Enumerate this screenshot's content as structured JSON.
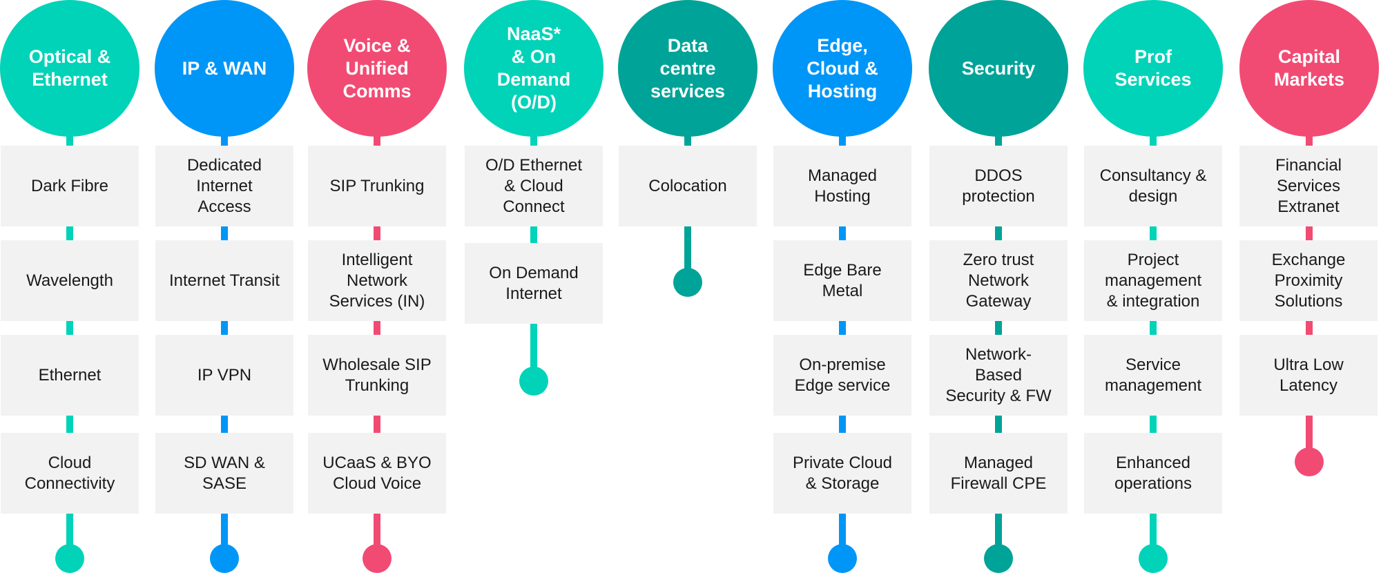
{
  "colors": {
    "teal_light": "#00d3b8",
    "blue": "#0096f7",
    "pink": "#f14b73",
    "teal_dark": "#00a398",
    "box_fill": "#f2f2f2",
    "text": "#1a1a1a"
  },
  "columns": [
    {
      "title": "Optical &\nEthernet",
      "color": "#00d3b8",
      "items": [
        "Dark Fibre",
        "Wavelength",
        "Ethernet",
        "Cloud\nConnectivity"
      ]
    },
    {
      "title": "IP & WAN",
      "color": "#0096f7",
      "items": [
        "Dedicated\nInternet\nAccess",
        "Internet Transit",
        "IP VPN",
        "SD WAN &\nSASE"
      ]
    },
    {
      "title": "Voice &\nUnified\nComms",
      "color": "#f14b73",
      "items": [
        "SIP Trunking",
        "Intelligent\nNetwork\nServices (IN)",
        "Wholesale SIP\nTrunking",
        "UCaaS & BYO\nCloud Voice"
      ]
    },
    {
      "title": "NaaS*\n& On\nDemand\n(O/D)",
      "color": "#00d3b8",
      "items": [
        "O/D Ethernet\n& Cloud\nConnect",
        "On Demand\nInternet"
      ]
    },
    {
      "title": "Data\ncentre\nservices",
      "color": "#00a398",
      "items": [
        "Colocation"
      ]
    },
    {
      "title": "Edge,\nCloud &\nHosting",
      "color": "#0096f7",
      "items": [
        "Managed\nHosting",
        "Edge Bare\nMetal",
        "On-premise\nEdge service",
        "Private Cloud\n& Storage"
      ]
    },
    {
      "title": "Security",
      "color": "#00a398",
      "items": [
        "DDOS\nprotection",
        "Zero trust\nNetwork\nGateway",
        "Network-\nBased\nSecurity & FW",
        "Managed\nFirewall CPE"
      ]
    },
    {
      "title": "Prof\nServices",
      "color": "#00d3b8",
      "items": [
        "Consultancy &\ndesign",
        "Project\nmanagement\n& integration",
        "Service\nmanagement",
        "Enhanced\noperations"
      ]
    },
    {
      "title": "Capital\nMarkets",
      "color": "#f14b73",
      "items": [
        "Financial\nServices\nExtranet",
        "Exchange\nProximity\nSolutions",
        "Ultra Low\nLatency"
      ]
    }
  ]
}
